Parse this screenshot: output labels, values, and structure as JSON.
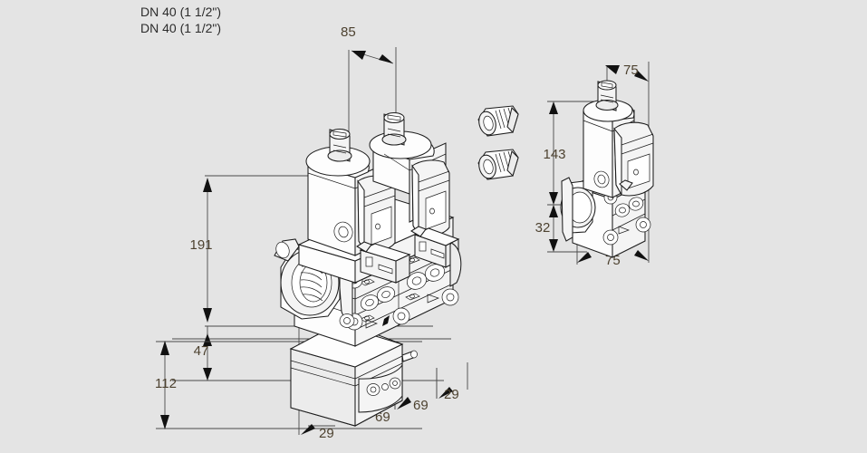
{
  "drawing": {
    "title_lines": [
      "DN 40 (1 1/2\")",
      "DN 40 (1 1/2\")"
    ],
    "background_color": "#e4e4e4",
    "line_color": "#1d1d1d",
    "dimension_text_color": "#4d4230",
    "units": "mm",
    "views": [
      {
        "name": "front-isometric-view",
        "label": "front view"
      },
      {
        "name": "side-isometric-view",
        "label": "side view"
      }
    ],
    "dimensions": {
      "main_view": {
        "top_width": "85",
        "height_overall": "191",
        "height_lower": "47",
        "height_total_left": "112",
        "depth_a": "29",
        "depth_b": "69",
        "depth_c": "69",
        "depth_d": "29"
      },
      "side_view": {
        "top_width": "75",
        "height_overall": "143",
        "height_lower": "32",
        "bottom_width": "75"
      }
    },
    "parts": [
      {
        "name": "solenoid-coil-left",
        "label": "solenoid coil"
      },
      {
        "name": "solenoid-coil-right",
        "label": "solenoid coil"
      },
      {
        "name": "terminal-connector-left",
        "label": "terminal connector"
      },
      {
        "name": "terminal-connector-right",
        "label": "terminal connector"
      },
      {
        "name": "valve-body",
        "label": "valve body"
      },
      {
        "name": "threaded-port",
        "label": "threaded inlet port"
      },
      {
        "name": "pressure-regulator",
        "label": "pressure regulator"
      },
      {
        "name": "cable-gland-upper",
        "label": "cable gland"
      },
      {
        "name": "cable-gland-lower",
        "label": "cable gland"
      }
    ]
  }
}
